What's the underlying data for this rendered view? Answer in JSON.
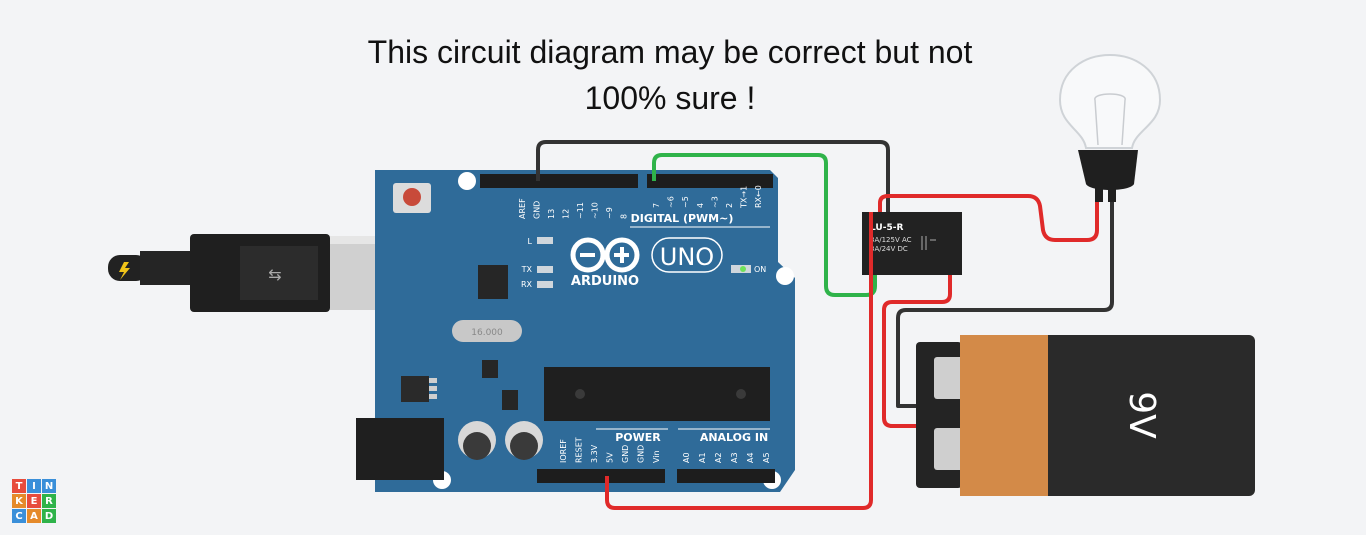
{
  "caption": {
    "line1": "This circuit diagram may be correct but not",
    "line2": "100% sure !"
  },
  "arduino": {
    "brand": "ARDUINO",
    "model": "UNO",
    "digital_header": "DIGITAL (PWM~)",
    "digital_pins": [
      "AREF",
      "GND",
      "13",
      "12",
      "~11",
      "~10",
      "~9",
      "8",
      "7",
      "~6",
      "~5",
      "4",
      "~3",
      "2",
      "TX→1",
      "RX←0"
    ],
    "power_label": "POWER",
    "power_pins": [
      "IOREF",
      "RESET",
      "3.3V",
      "5V",
      "GND",
      "GND",
      "Vin"
    ],
    "analog_label": "ANALOG IN",
    "analog_pins": [
      "A0",
      "A1",
      "A2",
      "A3",
      "A4",
      "A5"
    ],
    "led_labels": [
      "L",
      "TX",
      "RX"
    ],
    "on_label": "ON",
    "crystal_label": "16.000"
  },
  "relay": {
    "name": "LU-5-R",
    "spec1": "3A/125V AC",
    "spec2": "3A/24V  DC"
  },
  "battery": {
    "label": "9V"
  },
  "logo": {
    "letters": [
      "T",
      "I",
      "N",
      "K",
      "E",
      "R",
      "C",
      "A",
      "D"
    ]
  },
  "colors": {
    "board": "#2f6b99",
    "wire_red": "#e02a2a",
    "wire_green": "#2fb34a",
    "wire_black": "#333333",
    "battery_orange": "#d38a48",
    "battery_black": "#2a2a2a"
  }
}
